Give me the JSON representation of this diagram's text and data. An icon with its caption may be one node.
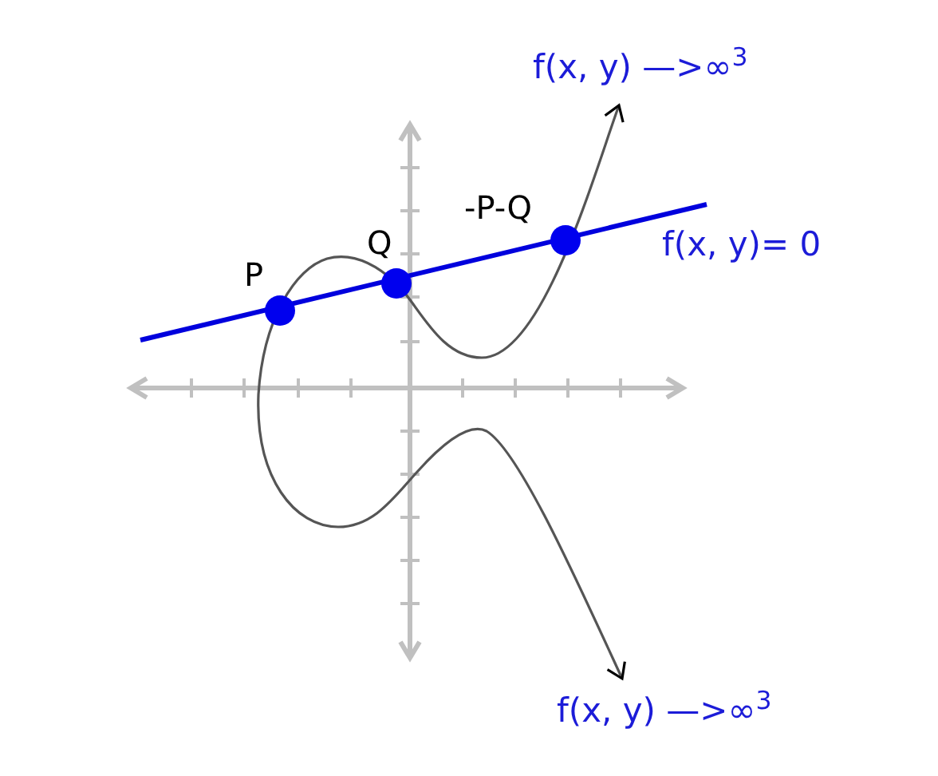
{
  "diagram": {
    "nodes": [
      {
        "text": [],
        "shape": "circle",
        "beside": [
          "P"
        ]
      },
      {
        "text": [],
        "shape": "circle",
        "beside": [
          "Q"
        ]
      },
      {
        "text": [],
        "shape": "circle",
        "beside": [
          "-P-Q"
        ]
      }
    ],
    "labels": [
      "f(x, y) —>∞$^{3}$",
      "f(x, y)= 0",
      "f(x, y) —>∞$^{3}$"
    ]
  }
}
